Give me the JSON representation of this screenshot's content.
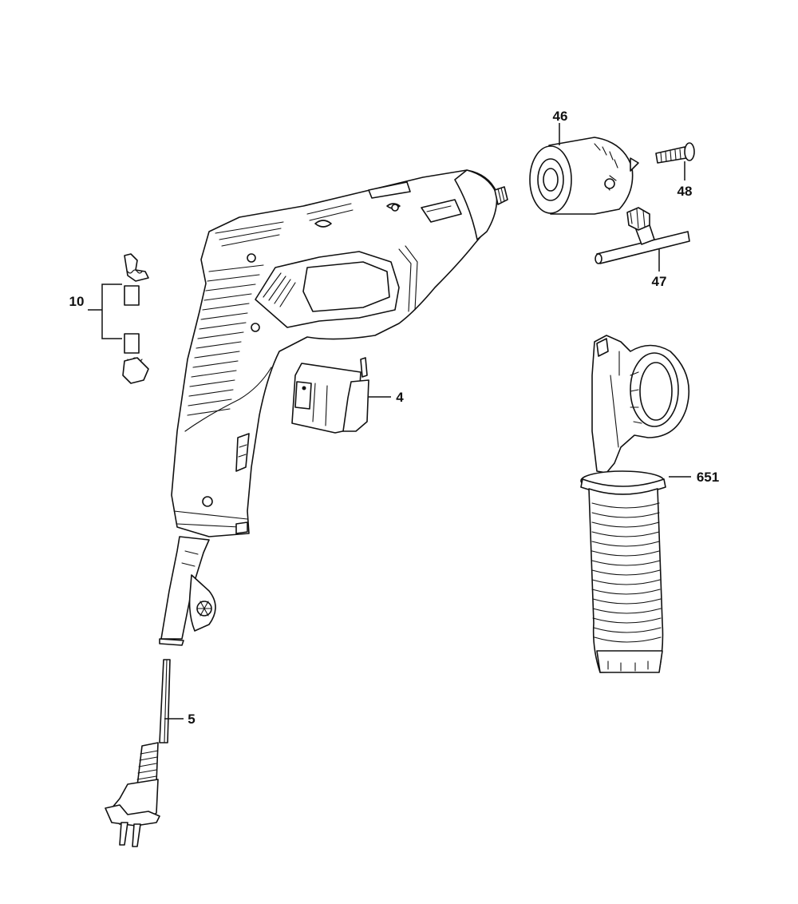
{
  "callouts": {
    "chuck": "46",
    "screw": "48",
    "chuck_key": "47",
    "carbon_brushes": "10",
    "switch": "4",
    "auxiliary_handle": "651",
    "power_cord": "5"
  }
}
